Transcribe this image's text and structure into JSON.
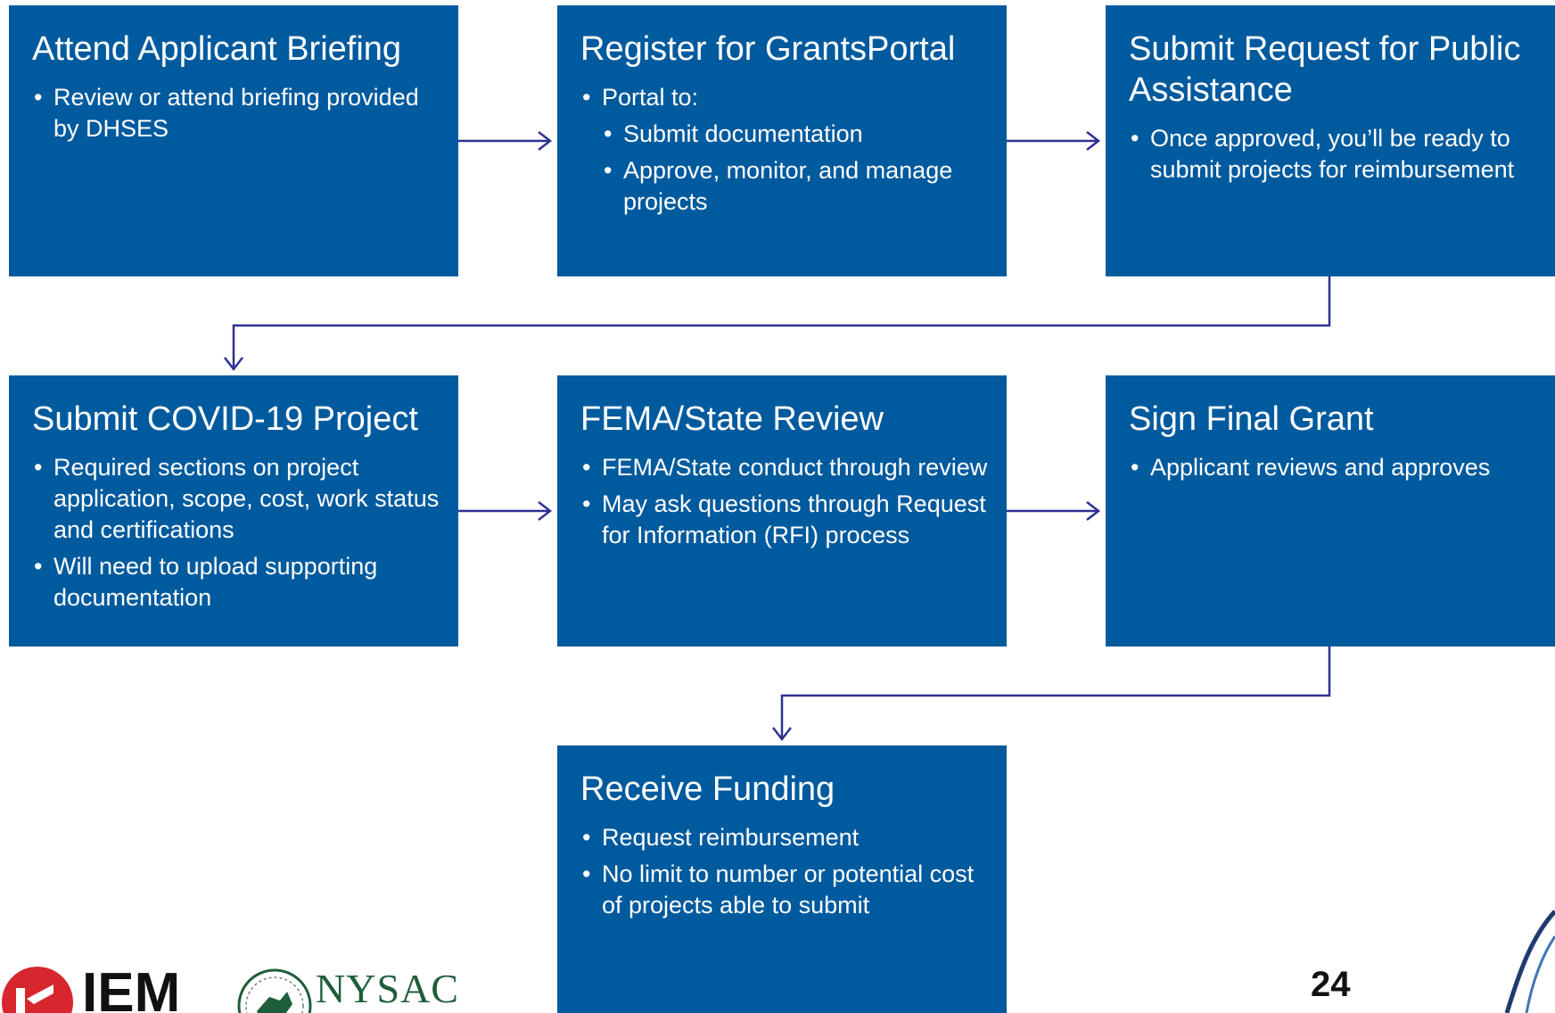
{
  "steps": [
    {
      "title": "Attend Applicant Briefing",
      "bullets": [
        "Review or attend briefing provided by DHSES"
      ]
    },
    {
      "title": "Register for GrantsPortal",
      "bullets": [
        "Portal to:"
      ],
      "subbullets": [
        "Submit documentation",
        "Approve, monitor, and manage projects"
      ]
    },
    {
      "title": "Submit Request for Public Assistance",
      "bullets": [
        "Once approved, you’ll be ready to submit projects for reimbursement"
      ]
    },
    {
      "title": "Submit COVID-19 Project",
      "bullets": [
        "Required sections on project application, scope, cost, work status and certifications",
        "Will need to upload supporting documentation"
      ]
    },
    {
      "title": "FEMA/State Review",
      "bullets": [
        "FEMA/State conduct through review",
        "May ask questions through Request for Information (RFI) process"
      ]
    },
    {
      "title": "Sign Final Grant",
      "bullets": [
        "Applicant reviews and approves"
      ]
    },
    {
      "title": "Receive Funding",
      "bullets": [
        "Request reimbursement",
        "No limit to number or potential cost of projects able to submit"
      ]
    }
  ],
  "footer": {
    "page_number": "24",
    "logo_ifm": "IEM",
    "logo_nysac": "NYSAC"
  },
  "colors": {
    "box_fill": "#005a9e",
    "box_text": "#ffffff",
    "connector": "#2e3192",
    "nysac_green": "#1f5e3a",
    "ifm_red": "#d7262e"
  }
}
